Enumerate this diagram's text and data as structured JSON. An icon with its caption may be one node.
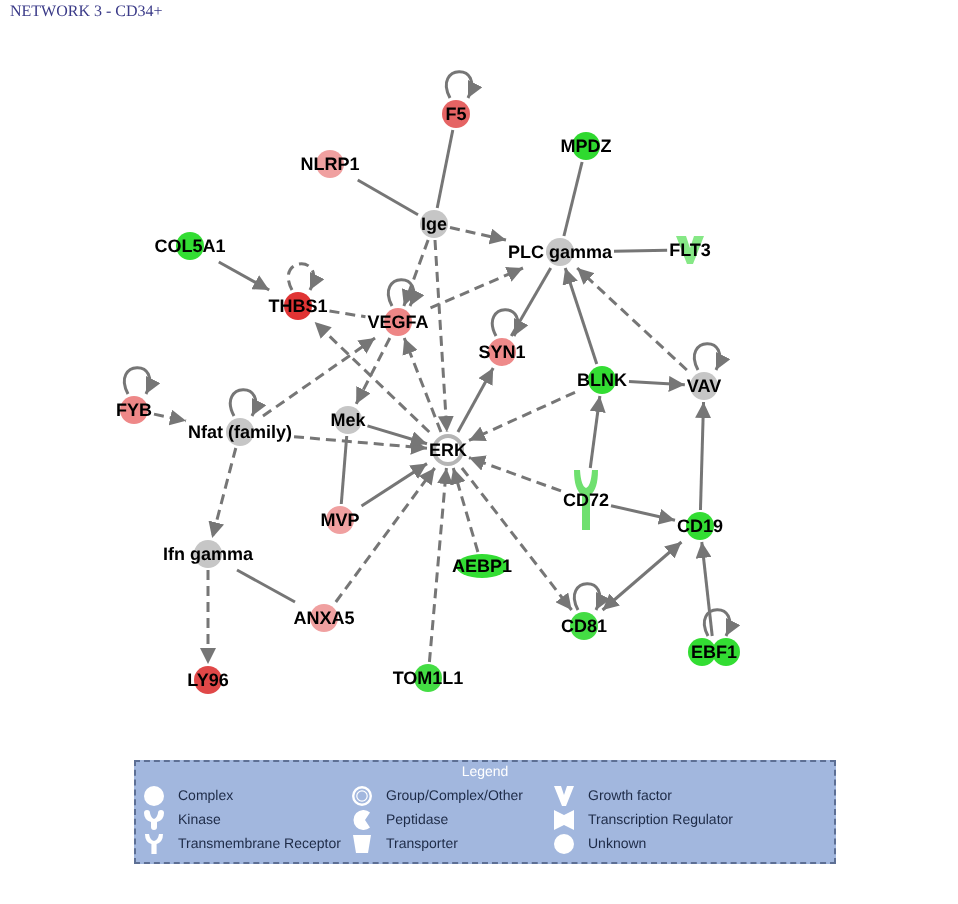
{
  "diagram": {
    "title": "NETWORK 3 - CD34+",
    "nodes": [
      {
        "text": [
          "F5"
        ]
      },
      {
        "text": [
          "NLRP1"
        ]
      },
      {
        "text": [
          "MPDZ"
        ]
      },
      {
        "text": [
          "Ige"
        ]
      },
      {
        "text": [
          "COL5A1"
        ]
      },
      {
        "text": [
          "PLC gamma"
        ]
      },
      {
        "text": [
          "FLT3"
        ]
      },
      {
        "text": [
          "THBS1"
        ]
      },
      {
        "text": [
          "VEGFA"
        ]
      },
      {
        "text": [
          "SYN1"
        ]
      },
      {
        "text": [
          "BLNK"
        ]
      },
      {
        "text": [
          "VAV"
        ]
      },
      {
        "text": [
          "FYB"
        ]
      },
      {
        "text": [
          "Nfat (family)"
        ]
      },
      {
        "text": [
          "Mek"
        ]
      },
      {
        "text": [
          "ERK"
        ]
      },
      {
        "text": [
          "CD72"
        ]
      },
      {
        "text": [
          "MVP"
        ]
      },
      {
        "text": [
          "CD19"
        ]
      },
      {
        "text": [
          "Ifn gamma"
        ]
      },
      {
        "text": [
          "AEBP1"
        ]
      },
      {
        "text": [
          "ANXA5"
        ]
      },
      {
        "text": [
          "CD81"
        ]
      },
      {
        "text": [
          "EBF1"
        ]
      },
      {
        "text": [
          "LY96"
        ]
      },
      {
        "text": [
          "TOM1L1"
        ]
      }
    ],
    "edges": [
      {
        "from": 0,
        "to": 0,
        "arrow": "to"
      },
      {
        "from": 0,
        "to": 3,
        "arrow": "none"
      },
      {
        "from": 1,
        "to": 3,
        "arrow": "none"
      },
      {
        "from": 2,
        "to": 5,
        "arrow": "none"
      },
      {
        "from": 3,
        "to": 5,
        "arrow": "to",
        "style": "dashed"
      },
      {
        "from": 5,
        "to": 6,
        "arrow": "none"
      },
      {
        "from": 4,
        "to": 7,
        "arrow": "to"
      },
      {
        "from": 7,
        "to": 7,
        "arrow": "to",
        "style": "dashed"
      },
      {
        "from": 7,
        "to": 8,
        "arrow": "none",
        "style": "dashed"
      },
      {
        "from": 3,
        "to": 8,
        "arrow": "to",
        "style": "dashed"
      },
      {
        "from": 8,
        "to": 8,
        "arrow": "to"
      },
      {
        "from": 8,
        "to": 5,
        "arrow": "to",
        "style": "dashed"
      },
      {
        "from": 3,
        "to": 15,
        "arrow": "to",
        "style": "dashed"
      },
      {
        "from": 15,
        "to": 7,
        "arrow": "to",
        "style": "dashed"
      },
      {
        "from": 15,
        "to": 8,
        "arrow": "to",
        "style": "dashed"
      },
      {
        "from": 8,
        "to": 14,
        "arrow": "to",
        "style": "dashed"
      },
      {
        "from": 13,
        "to": 8,
        "arrow": "to",
        "style": "dashed"
      },
      {
        "from": 9,
        "to": 9,
        "arrow": "to"
      },
      {
        "from": 5,
        "to": 9,
        "arrow": "none"
      },
      {
        "from": 15,
        "to": 9,
        "arrow": "to"
      },
      {
        "from": 10,
        "to": 5,
        "arrow": "to"
      },
      {
        "from": 11,
        "to": 5,
        "arrow": "to",
        "style": "dashed"
      },
      {
        "from": 10,
        "to": 11,
        "arrow": "to"
      },
      {
        "from": 11,
        "to": 11,
        "arrow": "to"
      },
      {
        "from": 10,
        "to": 15,
        "arrow": "to",
        "style": "dashed"
      },
      {
        "from": 12,
        "to": 12,
        "arrow": "to"
      },
      {
        "from": 12,
        "to": 13,
        "arrow": "to",
        "style": "dashed"
      },
      {
        "from": 13,
        "to": 13,
        "arrow": "to"
      },
      {
        "from": 13,
        "to": 15,
        "arrow": "to",
        "style": "dashed"
      },
      {
        "from": 14,
        "to": 15,
        "arrow": "to"
      },
      {
        "from": 14,
        "to": 17,
        "arrow": "none"
      },
      {
        "from": 17,
        "to": 15,
        "arrow": "to"
      },
      {
        "from": 16,
        "to": 10,
        "arrow": "to"
      },
      {
        "from": 16,
        "to": 18,
        "arrow": "to"
      },
      {
        "from": 16,
        "to": 15,
        "arrow": "to",
        "style": "dashed"
      },
      {
        "from": 18,
        "to": 11,
        "arrow": "to"
      },
      {
        "from": 13,
        "to": 19,
        "arrow": "to",
        "style": "dashed"
      },
      {
        "from": 19,
        "to": 24,
        "arrow": "to",
        "style": "dashed"
      },
      {
        "from": 19,
        "to": 21,
        "arrow": "none"
      },
      {
        "from": 21,
        "to": 15,
        "arrow": "to",
        "style": "dashed"
      },
      {
        "from": 20,
        "to": 15,
        "arrow": "to",
        "style": "dashed"
      },
      {
        "from": 22,
        "to": 22,
        "arrow": "to"
      },
      {
        "from": 22,
        "to": 18,
        "arrow": "both"
      },
      {
        "from": 15,
        "to": 22,
        "arrow": "to",
        "style": "dashed"
      },
      {
        "from": 23,
        "to": 23,
        "arrow": "to"
      },
      {
        "from": 23,
        "to": 18,
        "arrow": "to"
      },
      {
        "from": 25,
        "to": 15,
        "arrow": "to",
        "style": "dashed"
      }
    ],
    "labels": [
      "Legend"
    ],
    "legend": [
      {
        "text": "Complex"
      },
      {
        "text": "Group/Complex/Other"
      },
      {
        "text": "Growth factor"
      },
      {
        "text": "Kinase"
      },
      {
        "text": "Peptidase"
      },
      {
        "text": "Transcription Regulator"
      },
      {
        "text": "Transmembrane Receptor"
      },
      {
        "text": "Transporter"
      },
      {
        "text": "Unknown"
      }
    ]
  }
}
